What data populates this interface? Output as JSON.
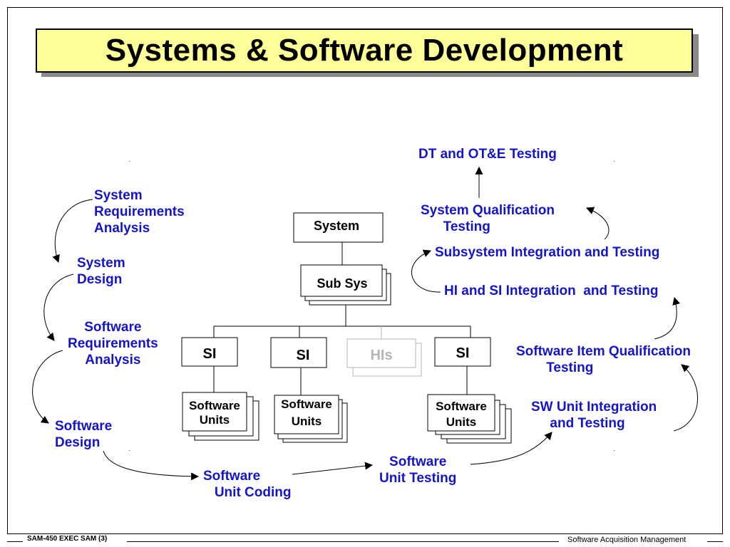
{
  "title": "Systems & Software Development",
  "labels": {
    "system_requirements_analysis": "System\nRequirements\nAnalysis",
    "system_design": "System\nDesign",
    "software_requirements_analysis": "Software\nRequirements\nAnalysis",
    "software_design": "Software\nDesign",
    "software_unit_coding": "Software\n   Unit Coding",
    "software_unit_testing": "Software\nUnit Testing",
    "sw_unit_integration": "SW Unit Integration\n     and Testing",
    "software_item_qualification": "Software Item Qualification\n        Testing",
    "hi_si_integration": "HI and SI Integration  and Testing",
    "subsystem_integration": "Subsystem Integration and Testing",
    "system_qualification": "System Qualification\n      Testing",
    "dt_ote_testing": "DT and OT&E Testing"
  },
  "hierarchy": {
    "system": "System",
    "subsystem": "Sub Sys",
    "si_1": "SI",
    "si_2": "SI",
    "his": "HIs",
    "si_3": "SI",
    "units_1": [
      "Software",
      "Units"
    ],
    "units_2": [
      "Software",
      "Units"
    ],
    "units_3": [
      "Software",
      "Units"
    ]
  },
  "colors": {
    "label_blue": "#1414c8",
    "title_fill": "#ffff99",
    "his_gray": "#b4b4b4"
  },
  "footer": {
    "left": "SAM-450 EXEC SAM (3)",
    "right": "Software Acquisition Management"
  }
}
